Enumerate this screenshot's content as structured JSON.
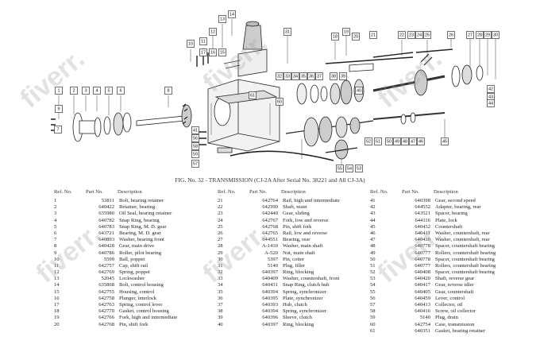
{
  "caption": "FIG. No. 32 - TRANSMISSION (CJ-2A After Serial No. 38221 and All CJ-3A)",
  "watermark": "fiverr.",
  "headers": {
    "ref": "Ref. No.",
    "part": "Part No.",
    "desc": "Description"
  },
  "columns": [
    [
      {
        "ref": "1",
        "part": "53811",
        "desc": "Bolt, bearing retainer"
      },
      {
        "ref": "2",
        "part": "640422",
        "desc": "Retainer, bearing"
      },
      {
        "ref": "3",
        "part": "635980",
        "desc": "Oil Seal, bearing retainer"
      },
      {
        "ref": "4",
        "part": "640782",
        "desc": "Snap Ring, bearing"
      },
      {
        "ref": "5",
        "part": "640783",
        "desc": "Snap Ring, M. D. gear"
      },
      {
        "ref": "6",
        "part": "643721",
        "desc": "Bearing, M. D. gear"
      },
      {
        "ref": "7",
        "part": "640893",
        "desc": "Washer, bearing front"
      },
      {
        "ref": "8",
        "part": "640428",
        "desc": "Gear, main drive"
      },
      {
        "ref": "9",
        "part": "640786",
        "desc": "Roller, pilot bearing"
      },
      {
        "ref": "10",
        "part": "5599",
        "desc": "Ball, poppet"
      },
      {
        "ref": "11",
        "part": "642757",
        "desc": "Cap, shift rail"
      },
      {
        "ref": "12",
        "part": "642769",
        "desc": "Spring, poppet"
      },
      {
        "ref": "13",
        "part": "52045",
        "desc": "Lockwasher"
      },
      {
        "ref": "14",
        "part": "635868",
        "desc": "Bolt, control housing"
      },
      {
        "ref": "15",
        "part": "642755",
        "desc": "Housing, control"
      },
      {
        "ref": "16",
        "part": "642758",
        "desc": "Plunger, interlock"
      },
      {
        "ref": "17",
        "part": "642763",
        "desc": "Spring, control lever"
      },
      {
        "ref": "18",
        "part": "642770",
        "desc": "Gasket, control housing"
      },
      {
        "ref": "19",
        "part": "642766",
        "desc": "Fork, high and intermediate"
      },
      {
        "ref": "20",
        "part": "642768",
        "desc": "Pin, shift fork"
      }
    ],
    [
      {
        "ref": "21",
        "part": "642764",
        "desc": "Rail, high and intermediate"
      },
      {
        "ref": "22",
        "part": "642390",
        "desc": "Shaft, main"
      },
      {
        "ref": "23",
        "part": "642440",
        "desc": "Gear, sliding"
      },
      {
        "ref": "24",
        "part": "642767",
        "desc": "Fork, low and reverse"
      },
      {
        "ref": "25",
        "part": "642768",
        "desc": "Pin, shift fork"
      },
      {
        "ref": "26",
        "part": "642765",
        "desc": "Rail, low and reverse"
      },
      {
        "ref": "27",
        "part": "644551",
        "desc": "Bearing, rear"
      },
      {
        "ref": "28",
        "part": "A-1410",
        "desc": "Washer, main shaft"
      },
      {
        "ref": "29",
        "part": "A-520",
        "desc": "Nut, main shaft"
      },
      {
        "ref": "30",
        "part": "5397",
        "desc": "Pin, cotter"
      },
      {
        "ref": "31",
        "part": "5140",
        "desc": "Plug, filler"
      },
      {
        "ref": "32",
        "part": "640397",
        "desc": "Ring, blocking"
      },
      {
        "ref": "33",
        "part": "640409",
        "desc": "Washer, countershaft, front"
      },
      {
        "ref": "34",
        "part": "640431",
        "desc": "Snap Ring, clutch hub"
      },
      {
        "ref": "35",
        "part": "640394",
        "desc": "Spring, synchronizer"
      },
      {
        "ref": "36",
        "part": "640395",
        "desc": "Plate, synchronizer"
      },
      {
        "ref": "37",
        "part": "640393",
        "desc": "Hub, clutch"
      },
      {
        "ref": "38",
        "part": "640394",
        "desc": "Spring, synchronizer"
      },
      {
        "ref": "39",
        "part": "640396",
        "desc": "Sleeve, clutch"
      },
      {
        "ref": "40",
        "part": "640397",
        "desc": "Ring, blocking"
      }
    ],
    [
      {
        "ref": "41",
        "part": "640398",
        "desc": "Gear, second speed"
      },
      {
        "ref": "42",
        "part": "644552",
        "desc": "Adapter, bearing, rear"
      },
      {
        "ref": "43",
        "part": "643521",
        "desc": "Spacer, bearing"
      },
      {
        "ref": "44",
        "part": "644116",
        "desc": "Plate, lock"
      },
      {
        "ref": "45",
        "part": "640432",
        "desc": "Countershaft"
      },
      {
        "ref": "46",
        "part": "640411",
        "desc": "Washer, countershaft, rear"
      },
      {
        "ref": "47",
        "part": "640410",
        "desc": "Washer, countershaft, rear"
      },
      {
        "ref": "48",
        "part": "640778",
        "desc": "Spacer, countershaft bearing"
      },
      {
        "ref": "49",
        "part": "640777",
        "desc": "Rollers, countershaft bearing"
      },
      {
        "ref": "50",
        "part": "640778",
        "desc": "Spacer, countershaft bearing"
      },
      {
        "ref": "51",
        "part": "640777",
        "desc": "Rollers, countershaft bearing"
      },
      {
        "ref": "52",
        "part": "640408",
        "desc": "Spacer, countershaft bearing"
      },
      {
        "ref": "53",
        "part": "640420",
        "desc": "Shaft, reverse gear"
      },
      {
        "ref": "54",
        "part": "640417",
        "desc": "Gear, reverse idler"
      },
      {
        "ref": "55",
        "part": "640405",
        "desc": "Gear, countershaft"
      },
      {
        "ref": "56",
        "part": "640459",
        "desc": "Lever, control"
      },
      {
        "ref": "57",
        "part": "640413",
        "desc": "Collector, oil"
      },
      {
        "ref": "58",
        "part": "640416",
        "desc": "Screw, oil collector"
      },
      {
        "ref": "59",
        "part": "5140",
        "desc": "Plug, drain"
      },
      {
        "ref": "60",
        "part": "642754",
        "desc": "Case, transmission"
      },
      {
        "ref": "61",
        "part": "640351",
        "desc": "Gasket, bearing retainer"
      }
    ]
  ],
  "callouts": [
    {
      "label": "1"
    },
    {
      "label": "2"
    },
    {
      "label": "3"
    },
    {
      "label": "4"
    },
    {
      "label": "5"
    },
    {
      "label": "6"
    },
    {
      "label": "7"
    },
    {
      "label": "8"
    },
    {
      "label": "9"
    },
    {
      "label": "10"
    },
    {
      "label": "11"
    },
    {
      "label": "12"
    },
    {
      "label": "13"
    },
    {
      "label": "14"
    },
    {
      "label": "15"
    },
    {
      "label": "16"
    },
    {
      "label": "17"
    },
    {
      "label": "18"
    },
    {
      "label": "19"
    },
    {
      "label": "20"
    },
    {
      "label": "21"
    },
    {
      "label": "22"
    },
    {
      "label": "23"
    },
    {
      "label": "24"
    },
    {
      "label": "25"
    },
    {
      "label": "26"
    },
    {
      "label": "27"
    },
    {
      "label": "28"
    },
    {
      "label": "29"
    },
    {
      "label": "30"
    },
    {
      "label": "31"
    },
    {
      "label": "32"
    },
    {
      "label": "33"
    },
    {
      "label": "34"
    },
    {
      "label": "35"
    },
    {
      "label": "36"
    },
    {
      "label": "37"
    },
    {
      "label": "38"
    },
    {
      "label": "39"
    },
    {
      "label": "40"
    },
    {
      "label": "41"
    },
    {
      "label": "42"
    },
    {
      "label": "43"
    },
    {
      "label": "44"
    },
    {
      "label": "45"
    },
    {
      "label": "46"
    },
    {
      "label": "47"
    },
    {
      "label": "48"
    },
    {
      "label": "49"
    },
    {
      "label": "50"
    },
    {
      "label": "51"
    },
    {
      "label": "52"
    },
    {
      "label": "53"
    },
    {
      "label": "54"
    },
    {
      "label": "55"
    },
    {
      "label": "56"
    },
    {
      "label": "57"
    },
    {
      "label": "58"
    },
    {
      "label": "59"
    },
    {
      "label": "60"
    },
    {
      "label": "61"
    }
  ]
}
